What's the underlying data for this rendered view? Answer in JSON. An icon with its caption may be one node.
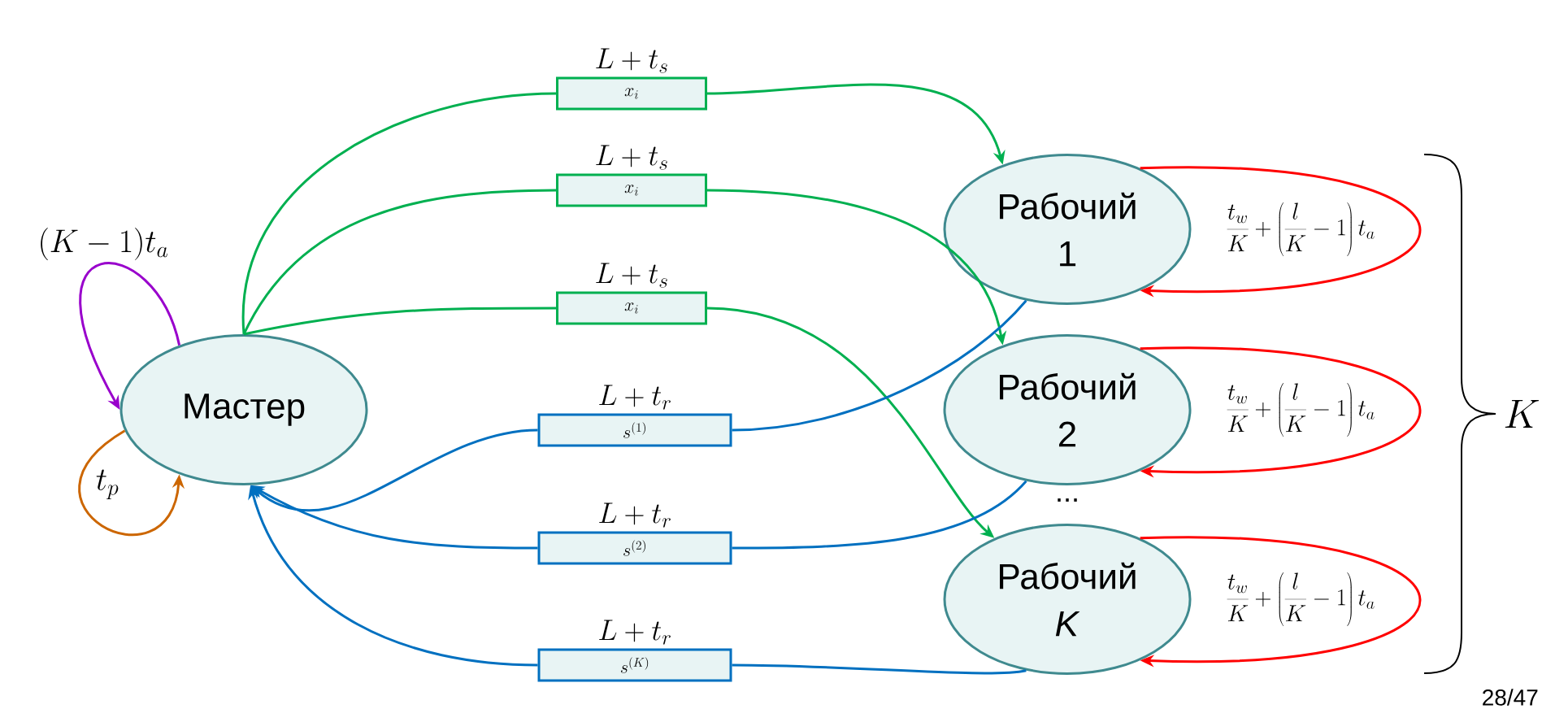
{
  "diagram": {
    "nodes": [
      {
        "text": [
          "Мастер"
        ]
      },
      {
        "text": [
          "x_i"
        ],
        "beside": [
          "L + t_s"
        ]
      },
      {
        "text": [
          "x_i"
        ],
        "beside": [
          "L + t_s"
        ]
      },
      {
        "text": [
          "x_i"
        ],
        "beside": [
          "L + t_s"
        ]
      },
      {
        "text": [
          "s^{(1)}"
        ],
        "beside": [
          "L + t_r"
        ]
      },
      {
        "text": [
          "s^{(2)}"
        ],
        "beside": [
          "L + t_r"
        ]
      },
      {
        "text": [
          "s^{(K)}"
        ],
        "beside": [
          "L + t_r"
        ]
      },
      {
        "text": [
          "Рабочий 1"
        ]
      },
      {
        "text": [
          "Рабочий 2"
        ]
      },
      {
        "text": [
          "Рабочий *K*"
        ]
      }
    ],
    "edges": [
      {
        "from": 0,
        "to": 1,
        "arrow": "none",
        "color": "#00b050"
      },
      {
        "from": 1,
        "to": 7,
        "arrow": "to",
        "color": "#00b050"
      },
      {
        "from": 0,
        "to": 2,
        "arrow": "none",
        "color": "#00b050"
      },
      {
        "from": 2,
        "to": 8,
        "arrow": "to",
        "color": "#00b050"
      },
      {
        "from": 0,
        "to": 3,
        "arrow": "none",
        "color": "#00b050"
      },
      {
        "from": 3,
        "to": 9,
        "arrow": "to",
        "color": "#00b050"
      },
      {
        "from": 7,
        "to": 4,
        "arrow": "none",
        "color": "#0070c0"
      },
      {
        "from": 4,
        "to": 0,
        "arrow": "to",
        "color": "#0070c0"
      },
      {
        "from": 8,
        "to": 5,
        "arrow": "none",
        "color": "#0070c0"
      },
      {
        "from": 5,
        "to": 0,
        "arrow": "to",
        "color": "#0070c0"
      },
      {
        "from": 9,
        "to": 6,
        "arrow": "none",
        "color": "#0070c0"
      },
      {
        "from": 6,
        "to": 0,
        "arrow": "to",
        "color": "#0070c0"
      },
      {
        "from": 0,
        "to": 0,
        "arrow": "to",
        "color": "#9900cc",
        "label": "(K-1)t_a"
      },
      {
        "from": 0,
        "to": 0,
        "arrow": "to",
        "color": "#cc6600",
        "label": "t_p"
      },
      {
        "from": 7,
        "to": 7,
        "arrow": "to",
        "color": "#ff0000",
        "label": "\\frac{t_w}{K}+\\left(\\frac{l}{K}-1\\right)t_a"
      },
      {
        "from": 8,
        "to": 8,
        "arrow": "to",
        "color": "#ff0000",
        "label": "\\frac{t_w}{K}+\\left(\\frac{l}{K}-1\\right)t_a"
      },
      {
        "from": 9,
        "to": 9,
        "arrow": "to",
        "color": "#ff0000",
        "label": "\\frac{t_w}{K}+\\left(\\frac{l}{K}-1\\right)t_a"
      }
    ],
    "labels": [
      "...",
      "K",
      "28/47"
    ]
  }
}
